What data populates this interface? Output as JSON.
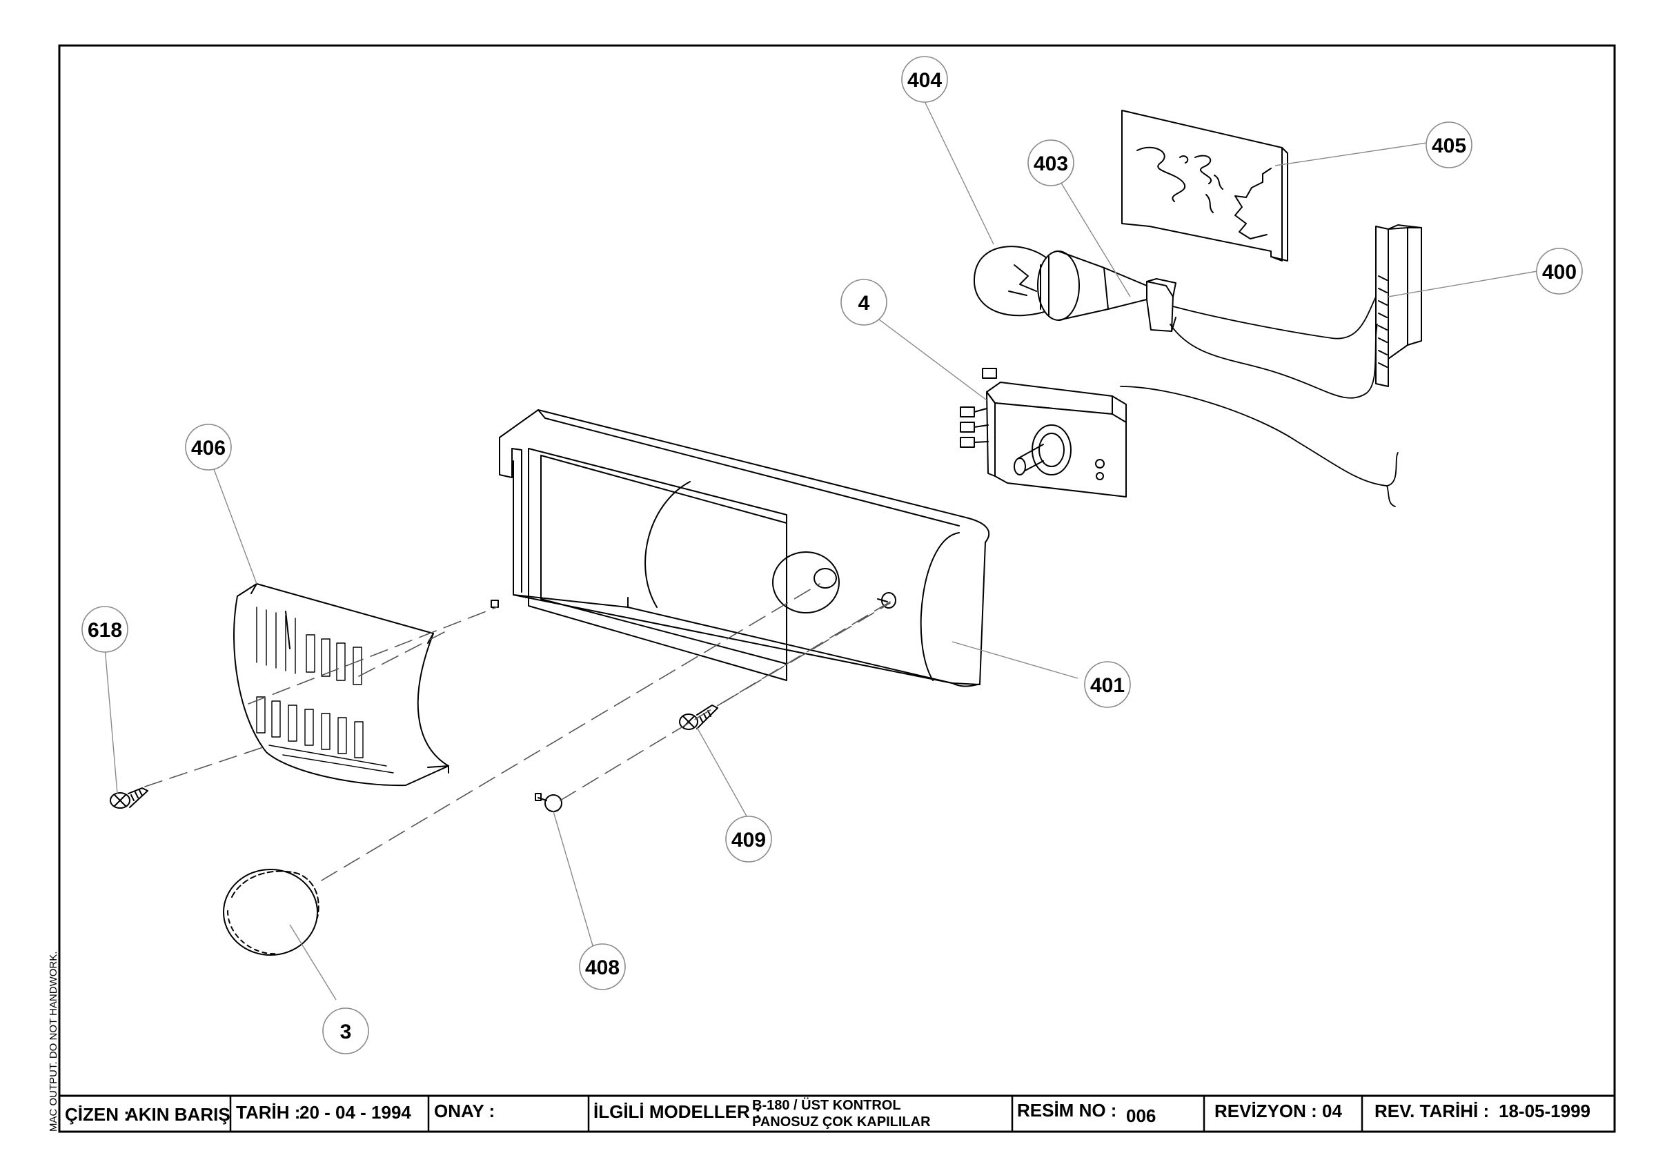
{
  "side_note": "MAC OUTPUT. DO NOT HANDWORK.",
  "callouts": [
    {
      "id": "c404",
      "label": "404"
    },
    {
      "id": "c403",
      "label": "403"
    },
    {
      "id": "c405",
      "label": "405"
    },
    {
      "id": "c400",
      "label": "400"
    },
    {
      "id": "c4",
      "label": "4"
    },
    {
      "id": "c406",
      "label": "406"
    },
    {
      "id": "c618",
      "label": "618"
    },
    {
      "id": "c401",
      "label": "401"
    },
    {
      "id": "c409",
      "label": "409"
    },
    {
      "id": "c408",
      "label": "408"
    },
    {
      "id": "c3",
      "label": "3"
    }
  ],
  "title_block": {
    "cizen_label": "ÇİZEN :",
    "cizen_value": "AKIN BARIŞ",
    "tarih_label": "TARİH :",
    "tarih_value": "20 - 04 - 1994",
    "onay_label": "ONAY :",
    "onay_value": "",
    "modeller_label": "İLGİLİ MODELLER :",
    "modeller_line1": "B-180 / ÜST KONTROL",
    "modeller_line2": "PANOSUZ  ÇOK KAPILILAR",
    "resim_label": "RESİM NO :",
    "resim_value": "006",
    "revizyon_label": "REVİZYON :",
    "revizyon_value": "04",
    "rev_tarihi_label": "REV. TARİHİ :",
    "rev_tarihi_value": "18-05-1999"
  }
}
